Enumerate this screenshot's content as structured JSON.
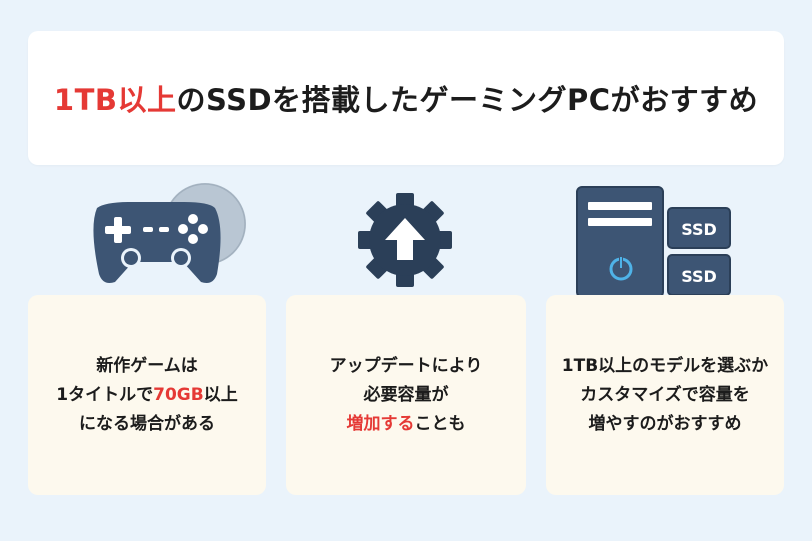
{
  "title": {
    "accent": "1TB以上",
    "rest": "のSSDを搭載したゲーミングPCがおすすめ"
  },
  "colors": {
    "background": "#eaf3fb",
    "card": "#fdf9ee",
    "accent": "#e53935",
    "icon": "#3d5574"
  },
  "icons": {
    "controller": "game-controller-icon",
    "disc": "disc-icon",
    "update": "gear-update-icon",
    "pc": "desktop-pc-icon",
    "ssd_label": "SSD"
  },
  "cards": [
    {
      "line1": "新作ゲームは",
      "line2_pre": "1タイトルで",
      "line2_accent": "70GB",
      "line2_post": "以上",
      "line3": "になる場合がある"
    },
    {
      "line1": "アップデートにより",
      "line2": "必要容量が",
      "line3_accent": "増加する",
      "line3_post": "ことも"
    },
    {
      "line1": "1TB以上のモデルを選ぶか",
      "line2": "カスタマイズで容量を",
      "line3": "増やすのがおすすめ"
    }
  ]
}
